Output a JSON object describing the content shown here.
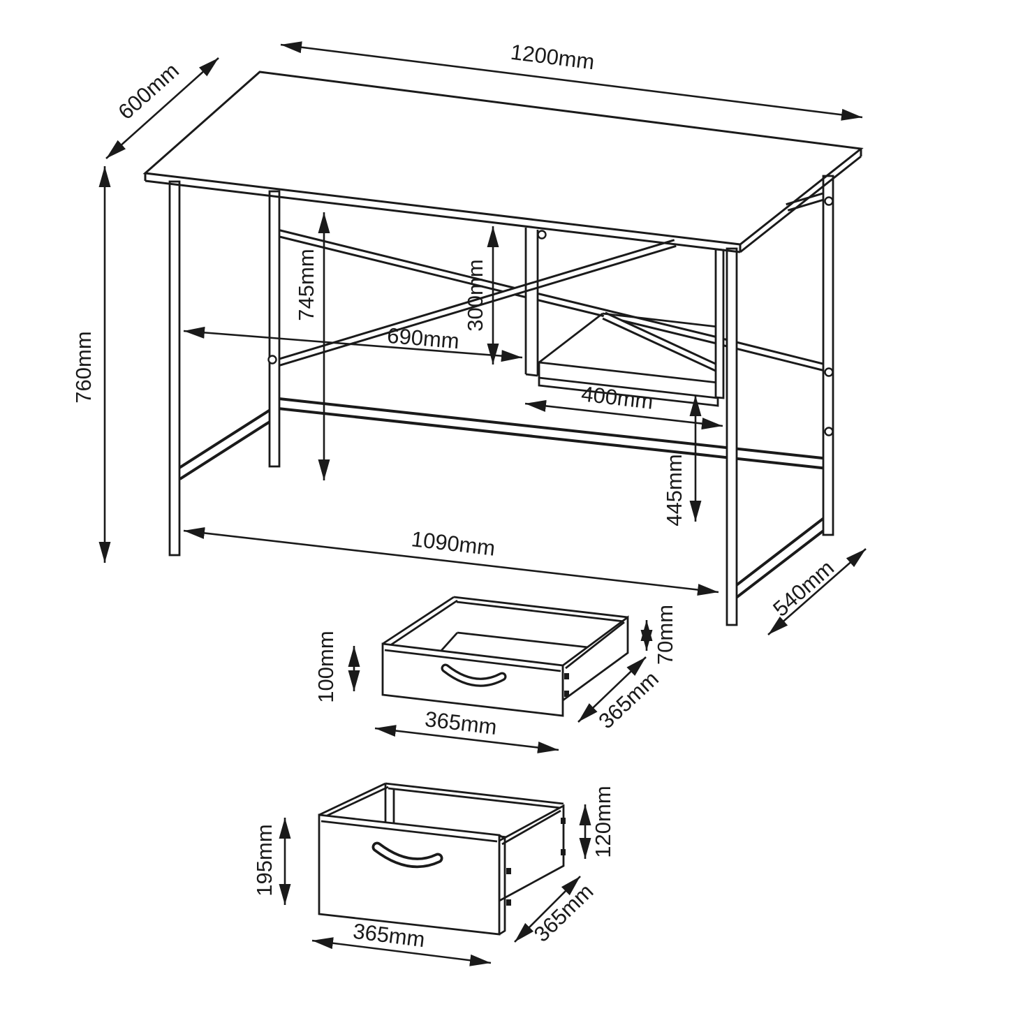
{
  "diagram": {
    "type": "furniture-technical-drawing",
    "subject": "desk with cubby shelf and two drawers, isometric dimension diagram",
    "colors": {
      "line": "#1a1a1a",
      "background": "#ffffff"
    },
    "desk": {
      "width": "1200mm",
      "depth": "600mm",
      "height": "760mm",
      "clearance_height": "745mm",
      "cubby_height": "300mm",
      "opening_width": "690mm",
      "cubby_width": "400mm",
      "shelf_height": "445mm",
      "base_width": "1090mm",
      "base_depth": "540mm"
    },
    "small_drawer": {
      "front_height": "100mm",
      "width": "365mm",
      "depth": "365mm",
      "box_height": "70mm"
    },
    "large_drawer": {
      "front_height": "195mm",
      "width": "365mm",
      "depth": "365mm",
      "box_height": "120mm"
    }
  }
}
